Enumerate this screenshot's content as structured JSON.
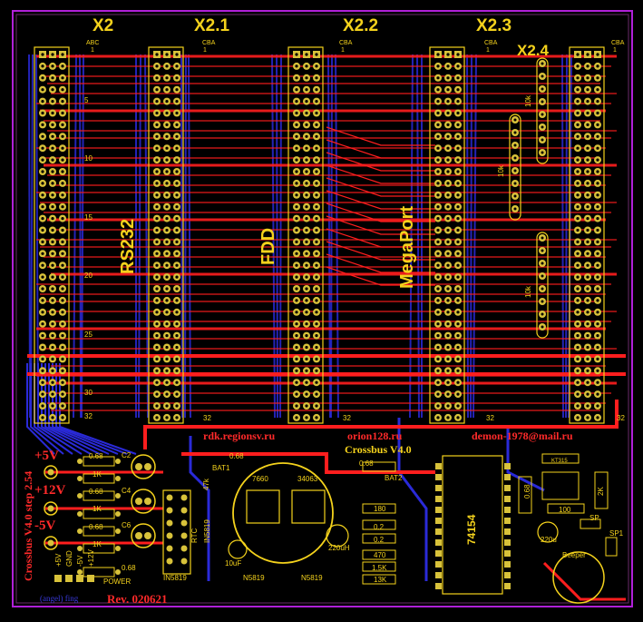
{
  "connectors": [
    "X2",
    "X2.1",
    "X2.2",
    "X2.3",
    "X2.4"
  ],
  "pin_letters": {
    "x2": "ABC",
    "x21": "CBA",
    "x22": "CBA",
    "x23": "CBA",
    "x24": "CBA"
  },
  "pin_one": "1",
  "row_numbers": [
    "5",
    "10",
    "15",
    "20",
    "25",
    "30"
  ],
  "row_32": "32",
  "silk_labels": {
    "rs232": "RS232",
    "fdd": "FDD",
    "megaport": "MegaPort"
  },
  "urls": {
    "rdk": "rdk.regionsv.ru",
    "orion": "orion128.ru",
    "email": "demon-1978@mail.ru"
  },
  "title": "Crossbus V4.0",
  "side_title": "Crossbus V4.0 step 2.54",
  "revision": "Rev. 020621",
  "author": "(angel) fing",
  "power": {
    "p5": "+5V",
    "p12": "+12V",
    "m5": "-5V",
    "pins": [
      "+5V",
      "GND",
      "-5V",
      "+12V"
    ],
    "label": "POWER"
  },
  "resistors": {
    "r068": "0.68",
    "r1k": "1K",
    "r10k": "10k",
    "r180": "180",
    "r02": "0.2",
    "r470": "470",
    "r15k": "1.5K",
    "r13k": "13K",
    "r100": "100",
    "r2k": "2K",
    "r47k": "47k"
  },
  "caps": {
    "c2": "C2",
    "c4": "C4",
    "c6": "C6",
    "c10u": "10uF",
    "c220": "220uH",
    "c220u": "220u"
  },
  "chips": {
    "ic7660": "7660",
    "ic34063": "34063",
    "ic74154": "74154",
    "rtc": "RTC",
    "bat1": "BAT1",
    "bat2": "BAT2",
    "in5819": "IN5819",
    "n5819": "N5819",
    "sp": "SP",
    "sp1": "SP1",
    "beeper": "Beeper",
    "kt315": "KT315"
  },
  "colors": {
    "board": "#000000",
    "outline": "#b020d8",
    "copper_top": "#ff1e1e",
    "copper_bottom": "#2a2ad8",
    "silk": "#f4d21c",
    "pad": "#d8c23a"
  }
}
